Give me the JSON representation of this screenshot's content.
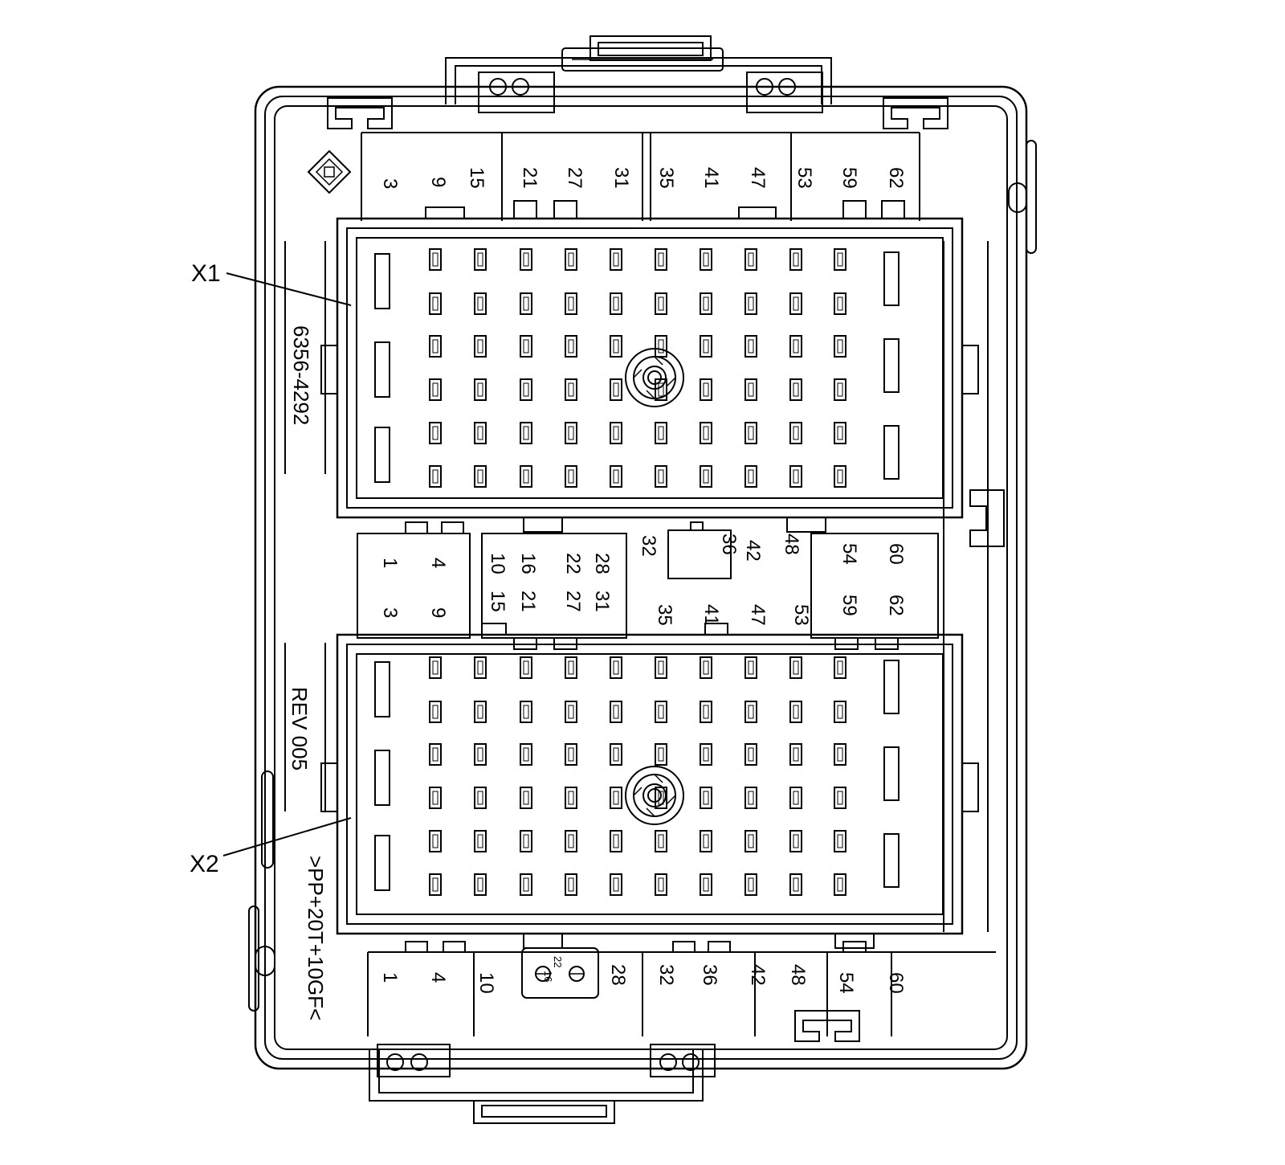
{
  "colors": {
    "line": "#000000",
    "background": "#ffffff"
  },
  "callouts": {
    "x1": "X1",
    "x2": "X2"
  },
  "side_text": {
    "part_number": "6356-4292",
    "revision": "REV 005",
    "material": ">PP+20T+10GF<"
  },
  "x1_top_labels": [
    "3",
    "9",
    "15",
    "21",
    "27",
    "31",
    "35",
    "41",
    "47",
    "53",
    "59",
    "62"
  ],
  "middle_left_labels": [
    "1",
    "4",
    "3",
    "9"
  ],
  "middle_center_labels": [
    "10",
    "16",
    "22",
    "28",
    "15",
    "21",
    "27",
    "31"
  ],
  "middle_mid_labels": [
    "32",
    "36",
    "42",
    "48",
    "35",
    "41",
    "47",
    "53"
  ],
  "middle_right_labels": [
    "54",
    "60",
    "59",
    "62"
  ],
  "x2_bottom_labels": [
    "1",
    "4",
    "10",
    "28",
    "32",
    "36",
    "42",
    "48",
    "54",
    "60"
  ],
  "x2_bottom_small_labels": [
    "22",
    "16"
  ],
  "icons": {
    "key_symbol": "diamond-key-icon",
    "center_screw": "screw-icon"
  }
}
